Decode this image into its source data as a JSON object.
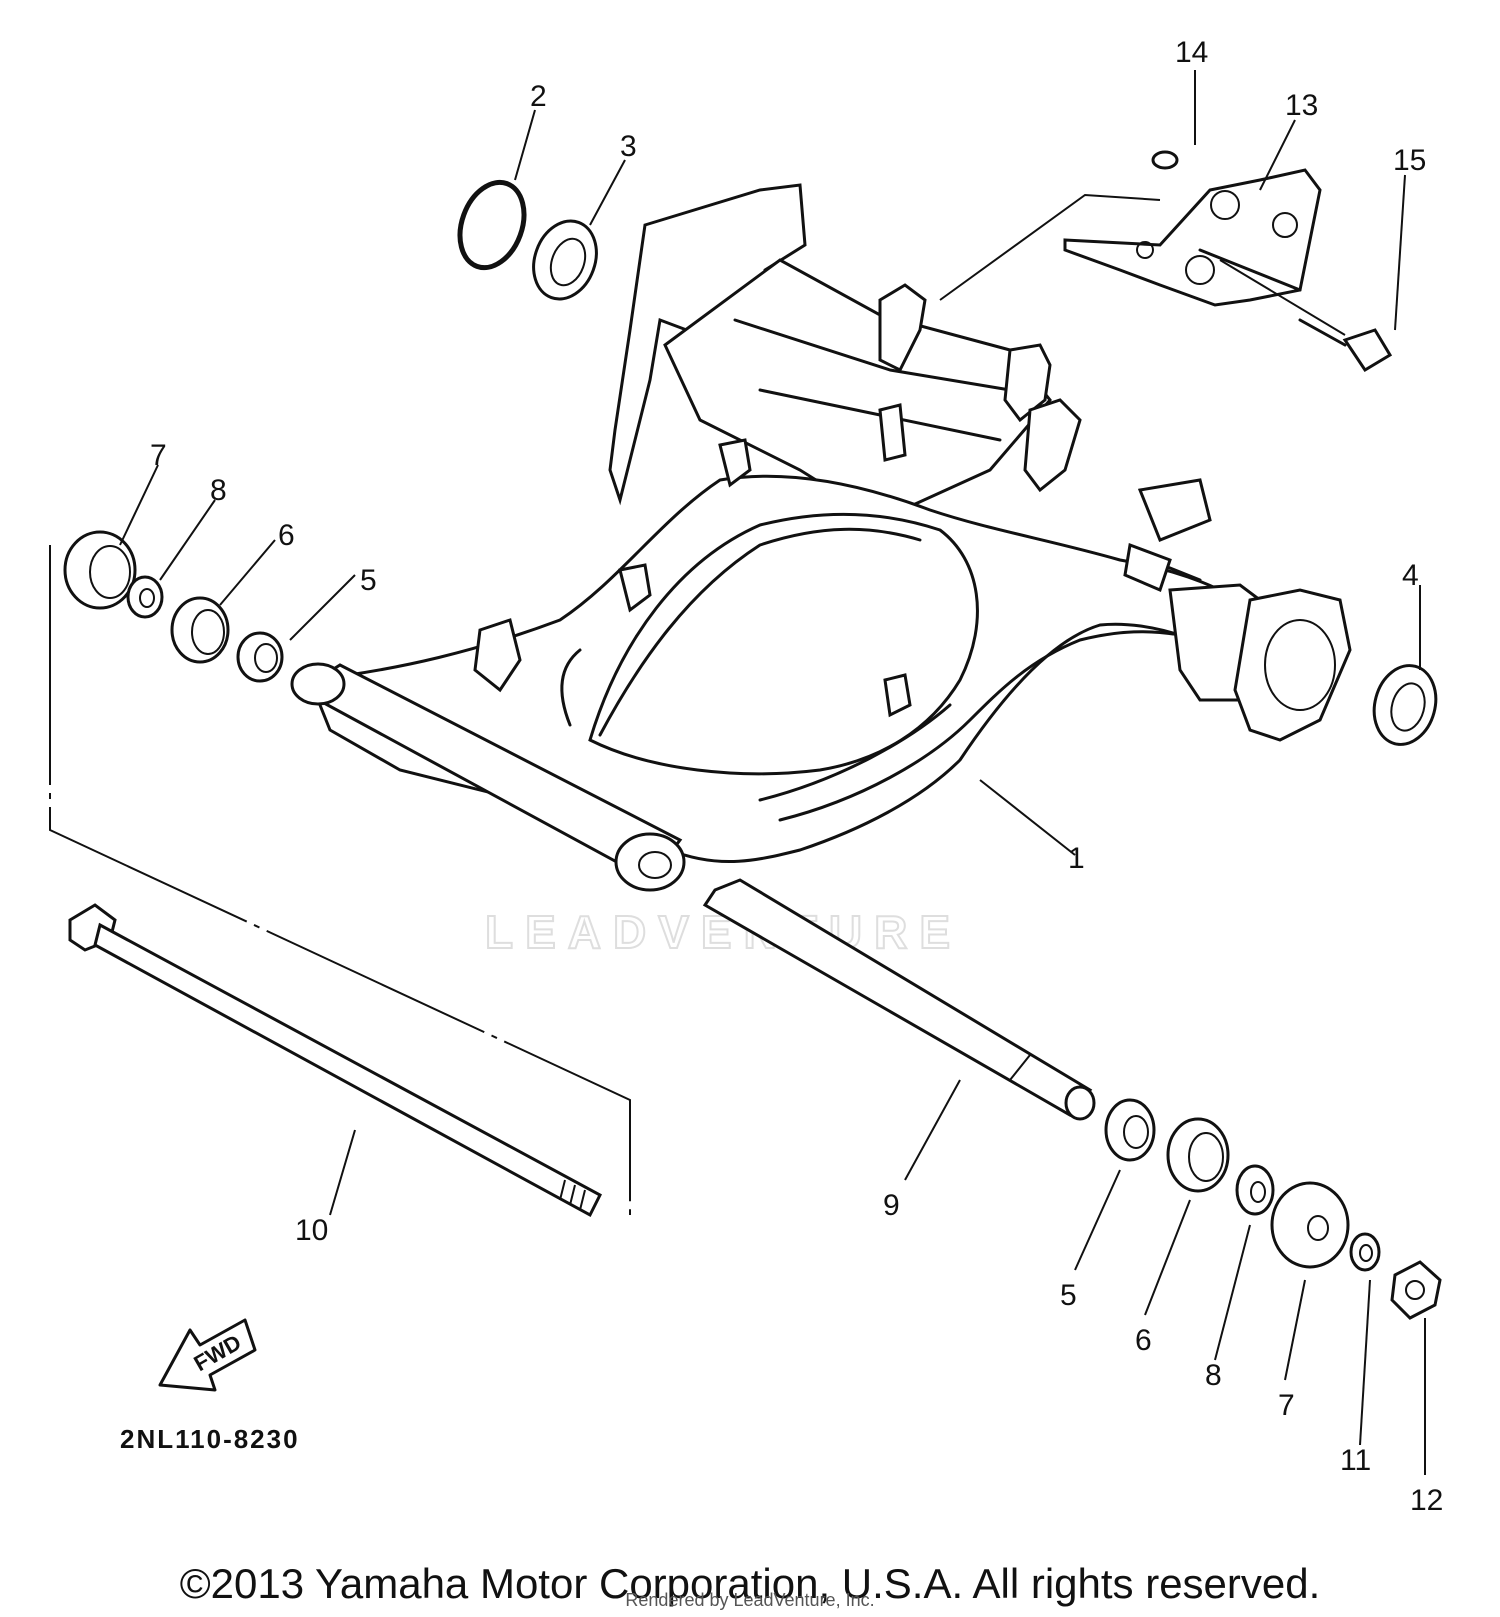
{
  "diagram": {
    "callouts": [
      {
        "id": "c1",
        "text": "1"
      },
      {
        "id": "c2",
        "text": "2"
      },
      {
        "id": "c3",
        "text": "3"
      },
      {
        "id": "c4",
        "text": "4"
      },
      {
        "id": "c5a",
        "text": "5"
      },
      {
        "id": "c5b",
        "text": "5"
      },
      {
        "id": "c6a",
        "text": "6"
      },
      {
        "id": "c6b",
        "text": "6"
      },
      {
        "id": "c7a",
        "text": "7"
      },
      {
        "id": "c7b",
        "text": "7"
      },
      {
        "id": "c8a",
        "text": "8"
      },
      {
        "id": "c8b",
        "text": "8"
      },
      {
        "id": "c9",
        "text": "9"
      },
      {
        "id": "c10",
        "text": "10"
      },
      {
        "id": "c11",
        "text": "11"
      },
      {
        "id": "c12",
        "text": "12"
      },
      {
        "id": "c13",
        "text": "13"
      },
      {
        "id": "c14",
        "text": "14"
      },
      {
        "id": "c15",
        "text": "15"
      }
    ],
    "diagram_code": "2NL110-8230",
    "fwd_label": "FWD",
    "watermark": "LEADVENTURE"
  },
  "footer": {
    "copyright": "©2013 Yamaha Motor Corporation, U.S.A. All rights reserved.",
    "rendered_by": "Rendered by LeadVenture, Inc."
  }
}
